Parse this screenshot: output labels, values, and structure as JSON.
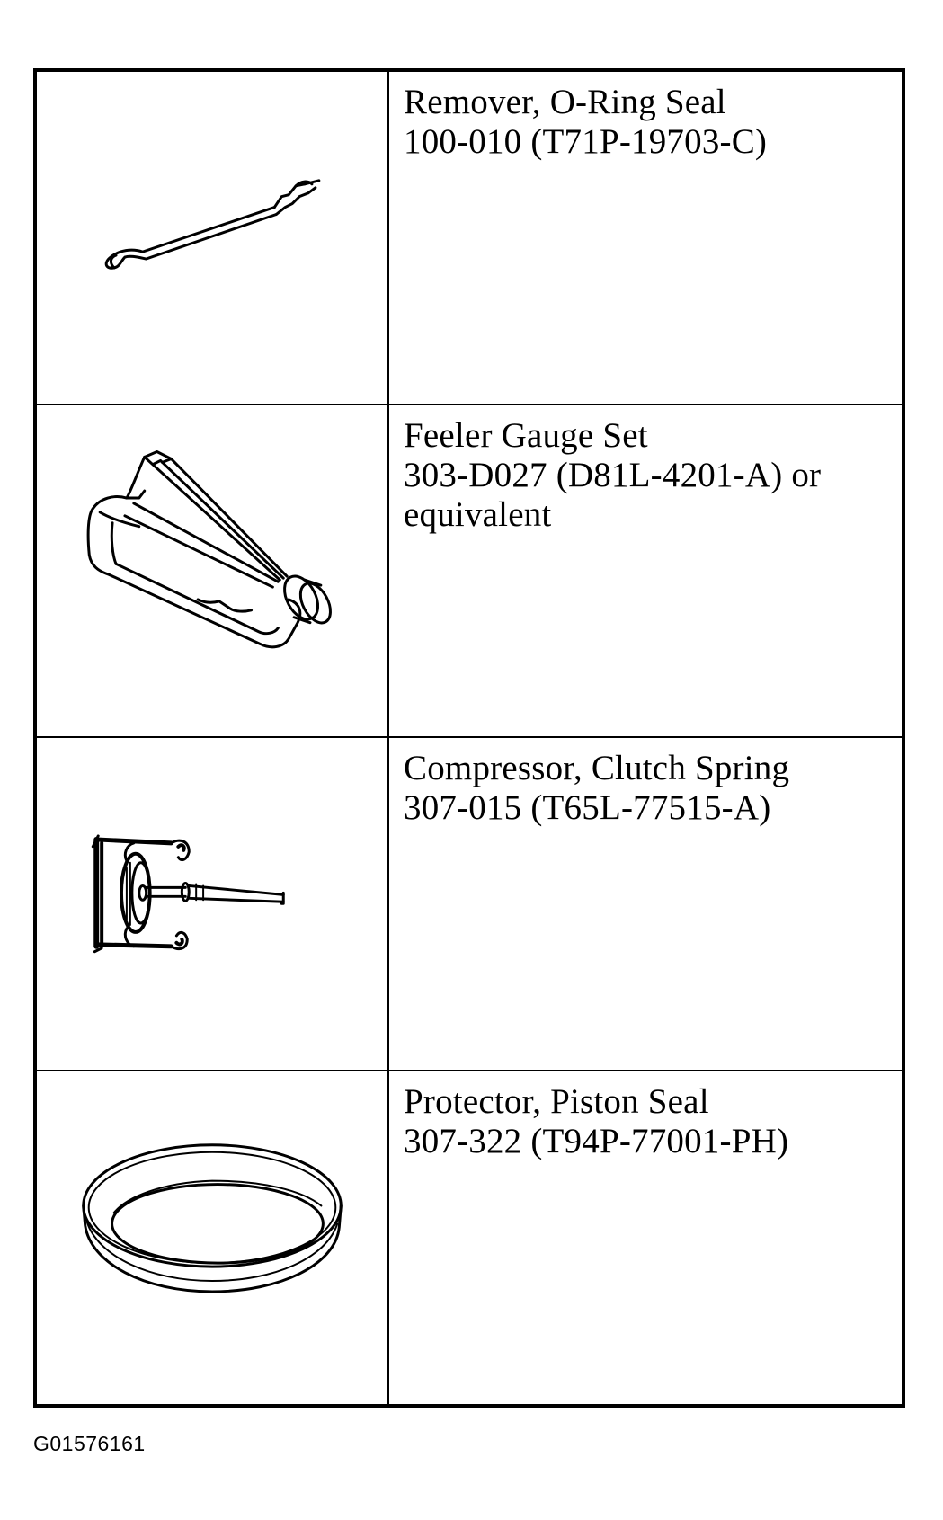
{
  "tools": [
    {
      "name": "Remover, O-Ring Seal",
      "number_lines": [
        "100-010 (T71P-19703-C)"
      ],
      "icon": "o-ring-remover-icon"
    },
    {
      "name": "Feeler Gauge Set",
      "number_lines": [
        "303-D027 (D81L-4201-A) or",
        "equivalent"
      ],
      "icon": "feeler-gauge-icon"
    },
    {
      "name": "Compressor, Clutch Spring",
      "number_lines": [
        "307-015 (T65L-77515-A)"
      ],
      "icon": "clutch-spring-compressor-icon"
    },
    {
      "name": "Protector, Piston Seal",
      "number_lines": [
        "307-322 (T94P-77001-PH)"
      ],
      "icon": "piston-seal-protector-icon"
    }
  ],
  "figure_id": "G01576161"
}
